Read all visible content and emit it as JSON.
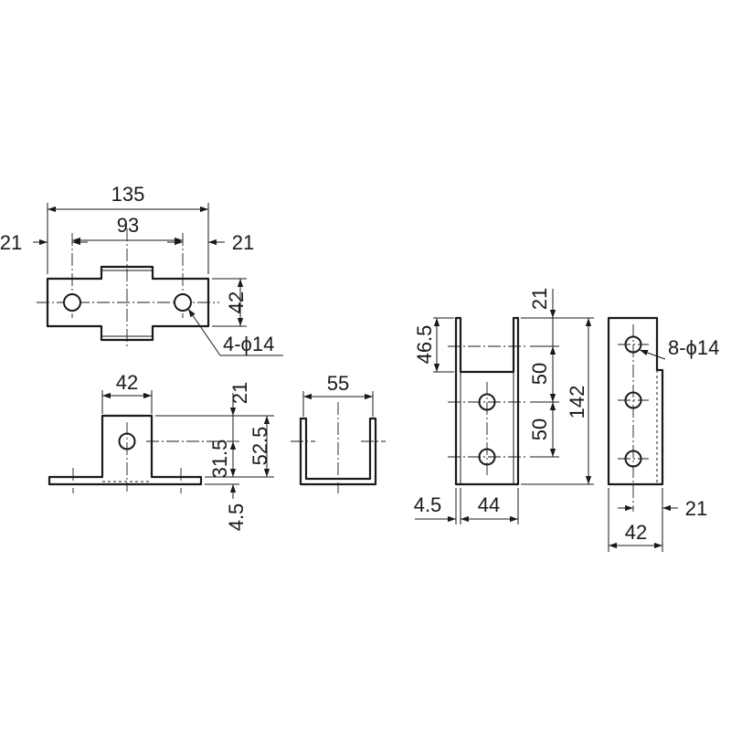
{
  "view_top": {
    "overall_length": "135",
    "hole_pitch": "93",
    "edge_left": "21",
    "edge_right": "21",
    "width": "42",
    "hole_callout": "4-ϕ14"
  },
  "view_front": {
    "tab_width": "42",
    "hole_from_top": "21",
    "hole_height": "31.5",
    "tab_height": "52.5",
    "thickness": "4.5"
  },
  "view_side": {
    "inner_width": "55"
  },
  "view_bracket_side": {
    "leg_height": "46.5",
    "top_to_hole": "21",
    "pitch_1": "50",
    "pitch_2": "50",
    "total_height": "142",
    "thickness": "4.5",
    "depth": "44"
  },
  "view_bracket_front": {
    "hole_callout": "8-ϕ14",
    "hole_offset": "21",
    "width": "42"
  }
}
